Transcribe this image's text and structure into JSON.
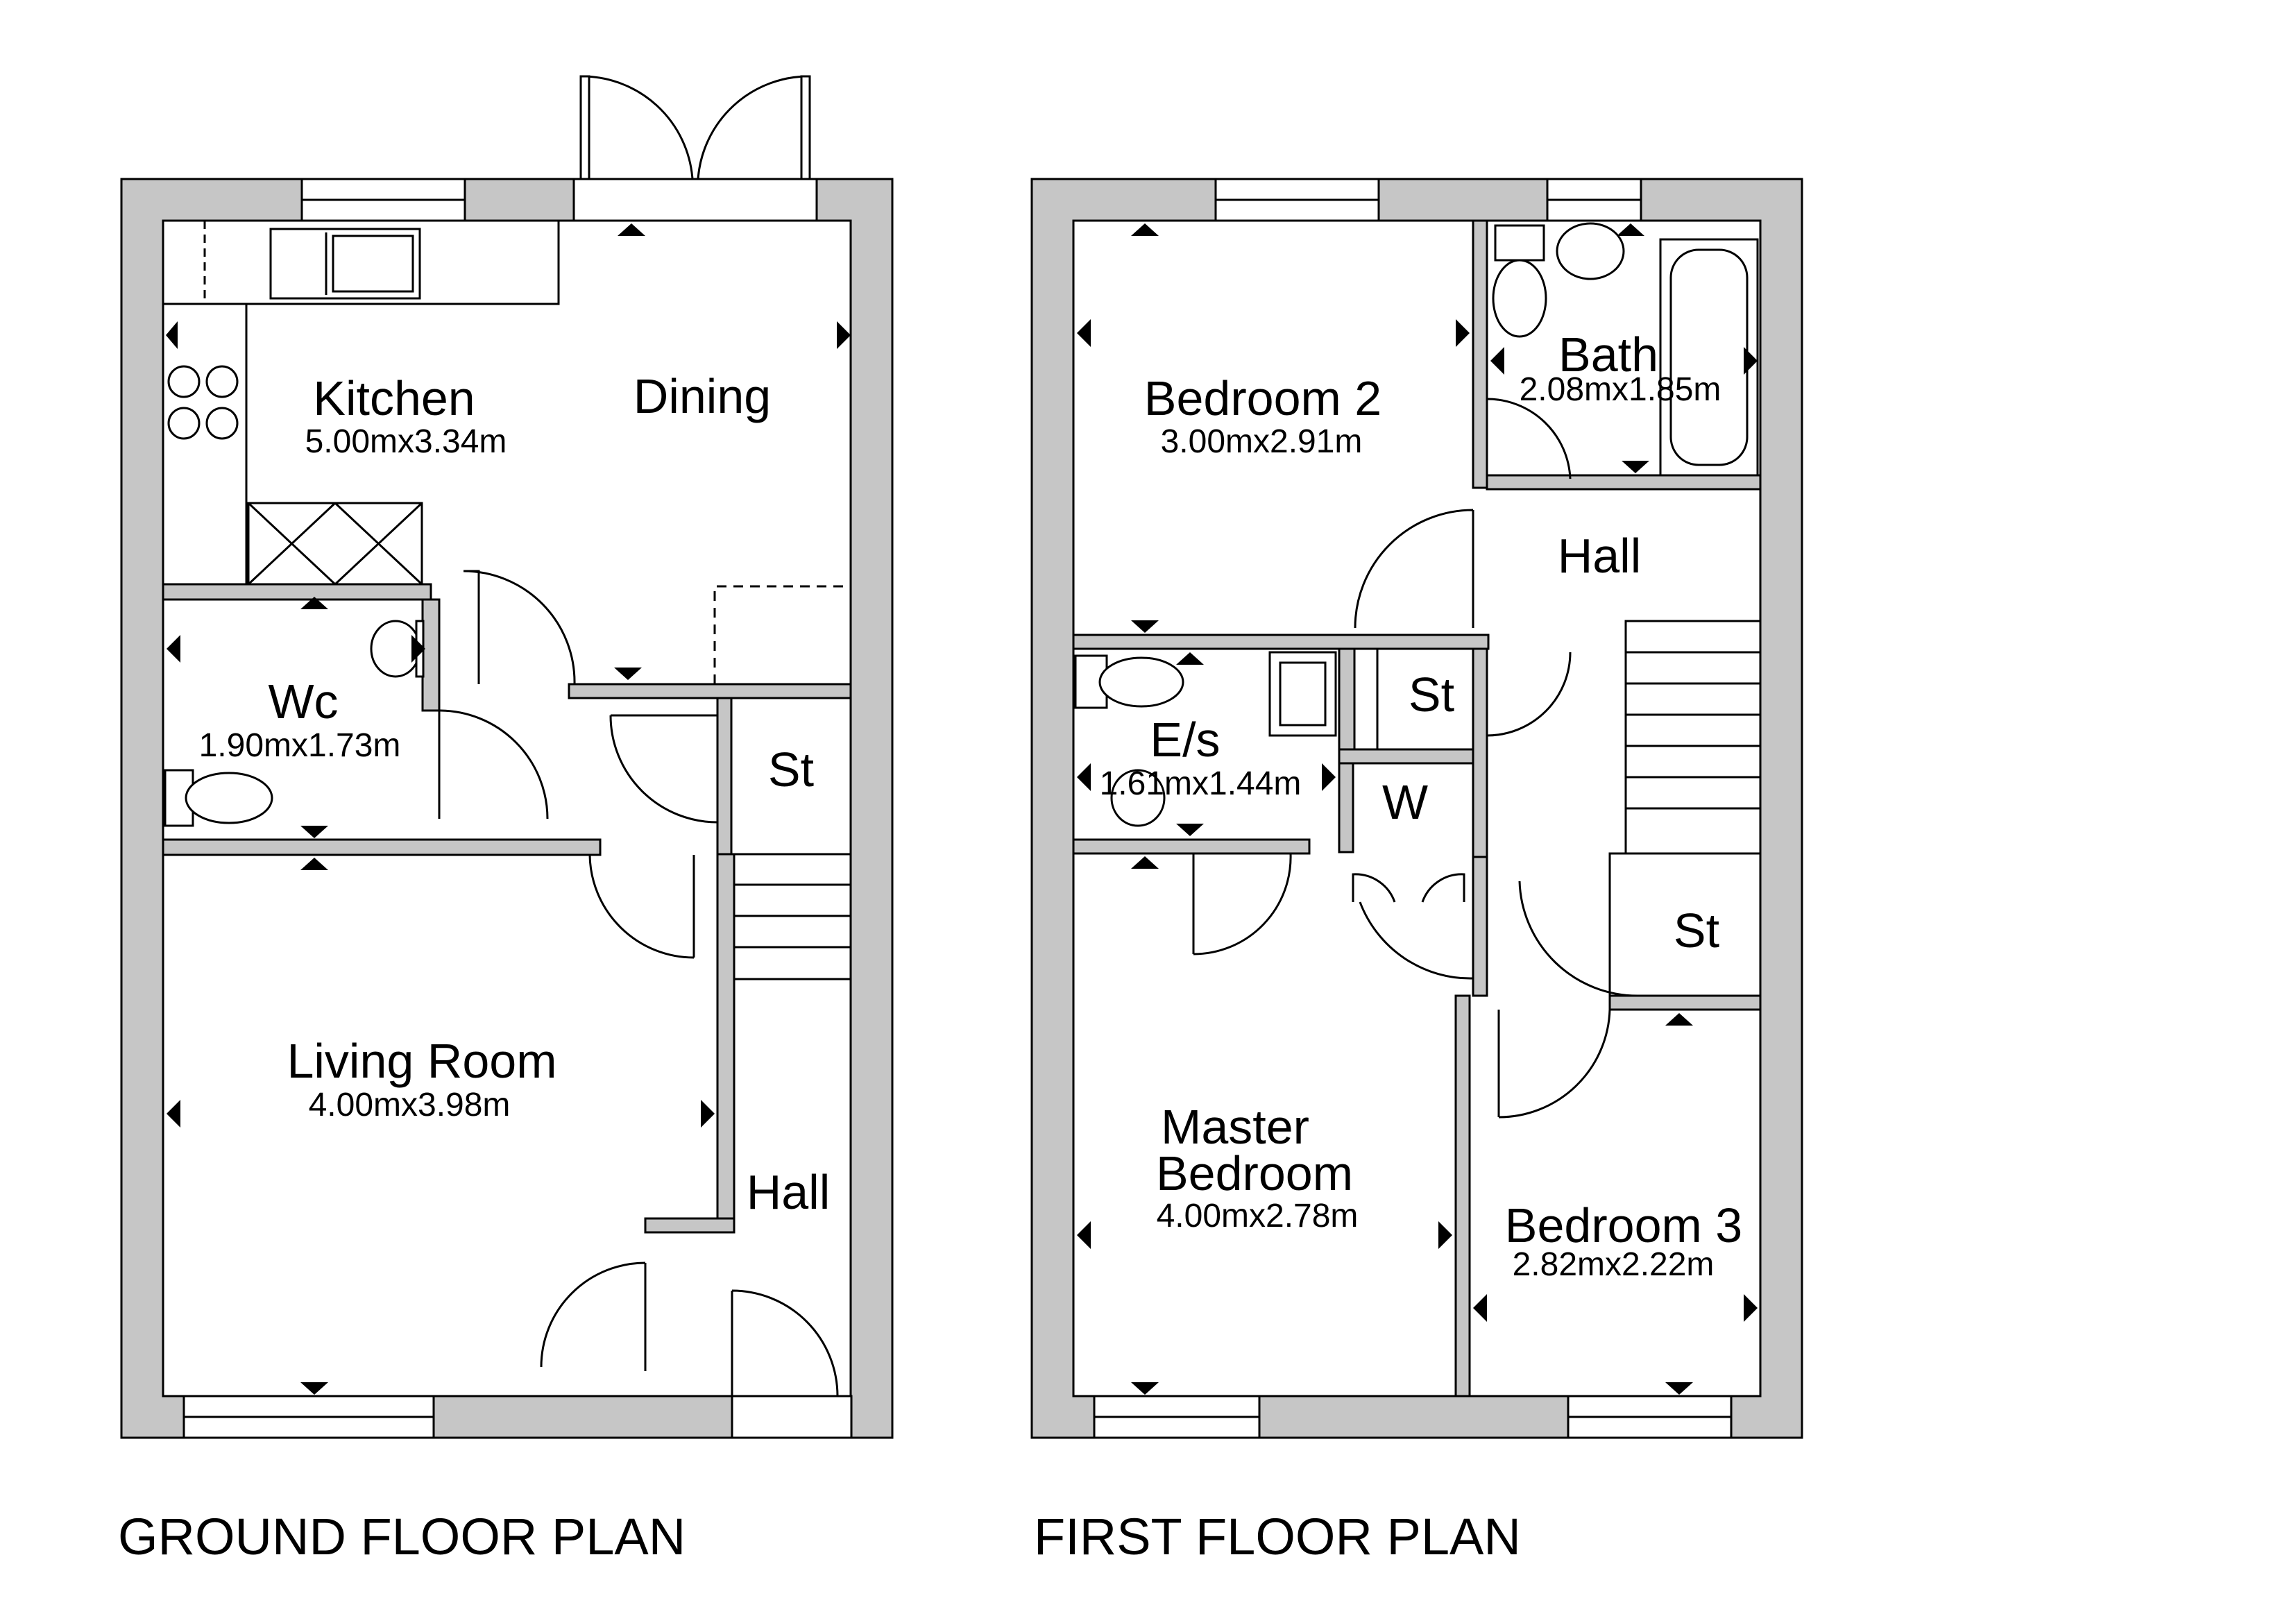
{
  "ground_floor": {
    "title": "GROUND FLOOR PLAN",
    "rooms": {
      "kitchen": {
        "name": "Kitchen",
        "size": "5.00mx3.34m"
      },
      "dining": {
        "name": "Dining"
      },
      "wc": {
        "name": "Wc",
        "size": "1.90mx1.73m"
      },
      "store": {
        "name": "St"
      },
      "living": {
        "name": "Living Room",
        "size": "4.00mx3.98m"
      },
      "hall": {
        "name": "Hall"
      }
    }
  },
  "first_floor": {
    "title": "FIRST FLOOR PLAN",
    "rooms": {
      "bedroom2": {
        "name": "Bedroom 2",
        "size": "3.00mx2.91m"
      },
      "bath": {
        "name": "Bath",
        "size": "2.08mx1.85m"
      },
      "hall": {
        "name": "Hall"
      },
      "ensuite": {
        "name": "E/s",
        "size": "1.61mx1.44m"
      },
      "store1": {
        "name": "St"
      },
      "wardrobe": {
        "name": "W"
      },
      "store2": {
        "name": "St"
      },
      "master": {
        "name": "Master",
        "name2": "Bedroom",
        "size": "4.00mx2.78m"
      },
      "bedroom3": {
        "name": "Bedroom 3",
        "size": "2.82mx2.22m"
      }
    }
  }
}
